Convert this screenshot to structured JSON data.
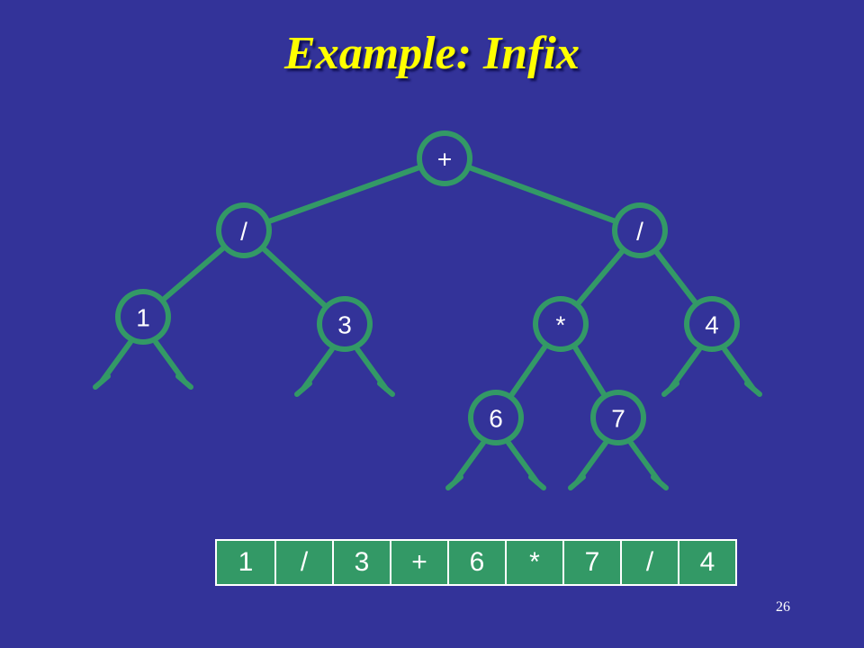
{
  "title": "Example: Infix",
  "tree": {
    "nodes": [
      {
        "id": "root",
        "label": "+"
      },
      {
        "id": "left-div",
        "label": "/"
      },
      {
        "id": "right-div",
        "label": "/"
      },
      {
        "id": "leaf-1",
        "label": "1"
      },
      {
        "id": "leaf-3",
        "label": "3"
      },
      {
        "id": "mul",
        "label": "*"
      },
      {
        "id": "leaf-4",
        "label": "4"
      },
      {
        "id": "leaf-6",
        "label": "6"
      },
      {
        "id": "leaf-7",
        "label": "7"
      }
    ],
    "edges": [
      [
        "root",
        "left-div"
      ],
      [
        "root",
        "right-div"
      ],
      [
        "left-div",
        "leaf-1"
      ],
      [
        "left-div",
        "leaf-3"
      ],
      [
        "right-div",
        "mul"
      ],
      [
        "right-div",
        "leaf-4"
      ],
      [
        "mul",
        "leaf-6"
      ],
      [
        "mul",
        "leaf-7"
      ]
    ]
  },
  "sequence": [
    "1",
    "/",
    "3",
    "+",
    "6",
    "*",
    "7",
    "/",
    "4"
  ],
  "page_number": "26",
  "colors": {
    "background": "#333399",
    "title": "#ffff00",
    "node": "#339966",
    "text": "#ffffff"
  }
}
